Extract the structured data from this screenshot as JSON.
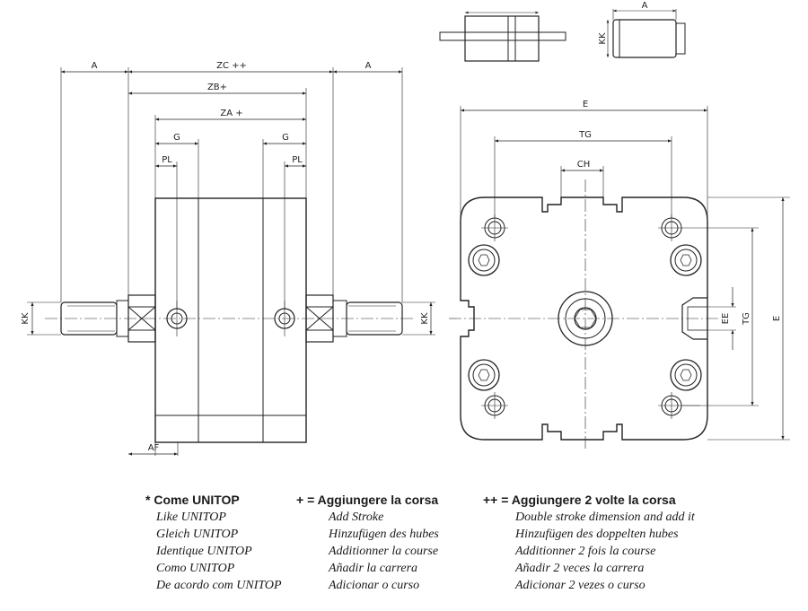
{
  "dimensions": {
    "A_left": "A",
    "ZC": "ZC ++",
    "A_right": "A",
    "ZB": "ZB+",
    "ZA": "ZA +",
    "G_left": "G",
    "G_right": "G",
    "PL_left": "PL",
    "PL_right": "PL",
    "KK_left": "KK",
    "KK_right": "KK",
    "AF": "AF",
    "A_top": "A",
    "KK_top": "KK",
    "E_top": "E",
    "TG_top": "TG",
    "CH": "CH",
    "EE": "EE",
    "TG_side": "TG",
    "E_side": "E"
  },
  "legend": {
    "col1": {
      "head": "* Come UNITOP",
      "items": [
        "Like UNITOP",
        "Gleich UNITOP",
        "Identique UNITOP",
        "Como UNITOP",
        "De acordo com UNITOP"
      ]
    },
    "col2": {
      "head": "+ = Aggiungere la corsa",
      "items": [
        "Add Stroke",
        "Hinzufügen des hubes",
        "Additionner la course",
        "Añadir la carrera",
        "Adicionar o curso"
      ]
    },
    "col3": {
      "head": "++ = Aggiungere 2 volte la corsa",
      "items": [
        "Double stroke dimension and add it",
        "Hinzufügen des doppelten hubes",
        "Additionner 2 fois la course",
        "Añadir 2 veces la carrera",
        "Adicionar 2 vezes o curso"
      ]
    }
  }
}
